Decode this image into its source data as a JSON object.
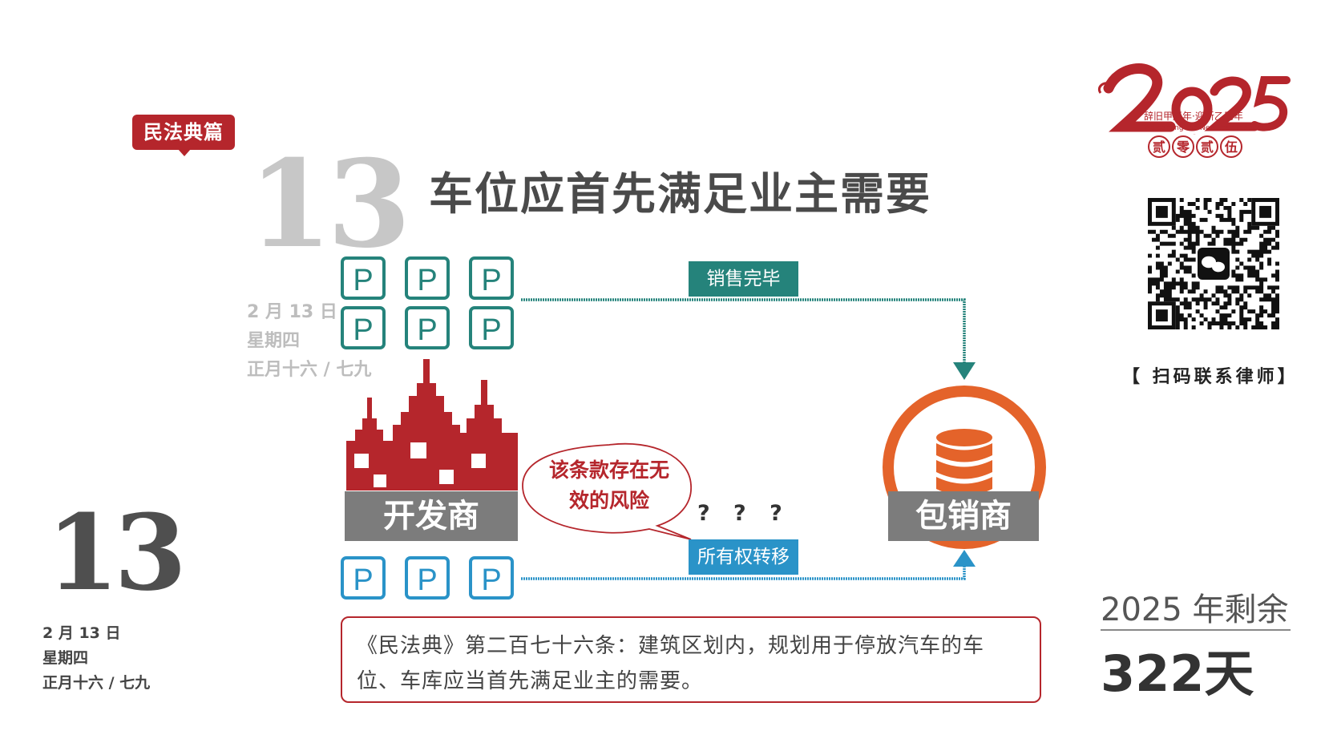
{
  "section_tag": "民法典篇",
  "day_number": "13",
  "title": "车位应首先满足业主需要",
  "date": {
    "gregorian": "2 月 13 日",
    "weekday": "星期四",
    "lunar": "正月十六 / 七九"
  },
  "date_small": {
    "gregorian": "2 月 13 日",
    "weekday": "星期四",
    "lunar": "正月十六 / 七九"
  },
  "diagram": {
    "parking_symbol": "P",
    "top_arrow_label": "销售完毕",
    "bottom_arrow_label": "所有权转移",
    "developer_label": "开发商",
    "distributor_label": "包销商",
    "speech_bubble_line1": "该条款存在无",
    "speech_bubble_line2": "效的风险",
    "question_marks": "? ? ?",
    "colors": {
      "teal": "#25837b",
      "blue": "#2a93c8",
      "red": "#b5262c",
      "orange": "#e4632a",
      "gray": "#7c7c7c"
    }
  },
  "law_text": "《民法典》第二百七十六条：建筑区划内，规划用于停放汽车的车位、车库应当首先满足业主的需要。",
  "logo": {
    "year_art": "2025",
    "subtitle": "辞旧甲辰年·迎新乙巳年",
    "subtitle_en": "Welcoming the New Year Festival",
    "chinese_numerals": [
      "贰",
      "零",
      "贰",
      "伍"
    ]
  },
  "qr_caption": "【 扫码联系律师】",
  "countdown": {
    "label": "2025 年剩余",
    "days": "322天"
  }
}
